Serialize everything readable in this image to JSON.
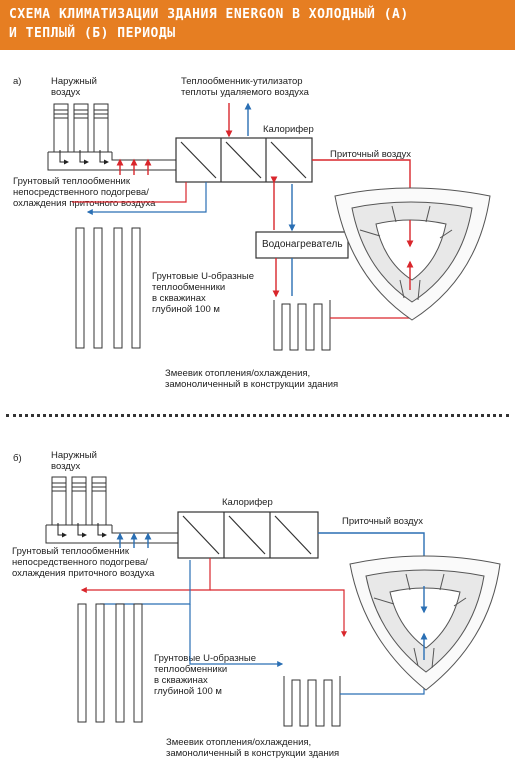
{
  "title": {
    "line1": "СХЕМА КЛИМАТИЗАЦИИ ЗДАНИЯ ENERGON В ХОЛОДНЫЙ (А)",
    "line2": "И ТЕПЛЫЙ (Б) ПЕРИОДЫ"
  },
  "colors": {
    "header": "#e67e22",
    "warm": "#d9262c",
    "cold": "#2a6fb4",
    "line": "#333333"
  },
  "panel_a": {
    "marker": "а)",
    "outdoor_air": [
      "Наружный",
      "воздух"
    ],
    "recuperator": [
      "Теплообменник-утилизатор",
      "теплоты удаляемого воздуха"
    ],
    "heater": "Калорифер",
    "supply_air": "Приточный воздух",
    "ground_exchanger": [
      "Грунтовый теплообменник",
      "непосредственного подогрева/",
      "охлаждения приточного воздуха"
    ],
    "water_heater": "Водонагреватель",
    "u_probes": [
      "Грунтовые U-образные",
      "теплообменники",
      "в скважинах",
      "глубиной 100 м"
    ],
    "coil": [
      "Змеевик отопления/охлаждения,",
      "замоноличенный в конструкции здания"
    ]
  },
  "panel_b": {
    "marker": "б)",
    "outdoor_air": [
      "Наружный",
      "воздух"
    ],
    "heater": "Калорифер",
    "supply_air": "Приточный воздух",
    "ground_exchanger": [
      "Грунтовый теплообменник",
      "непосредственного подогрева/",
      "охлаждения приточного воздуха"
    ],
    "u_probes": [
      "Грунтовые U-образные",
      "теплообменники",
      "в скважинах",
      "глубиной 100 м"
    ],
    "coil": [
      "Змеевик отопления/охлаждения,",
      "замоноличенный в конструкции здания"
    ]
  },
  "icons": [
    "air-intake-icon",
    "duct-icon",
    "heat-exchanger-icon",
    "ground-probe-icon",
    "floor-coil-icon",
    "building-plan-icon",
    "arrow-icon"
  ]
}
